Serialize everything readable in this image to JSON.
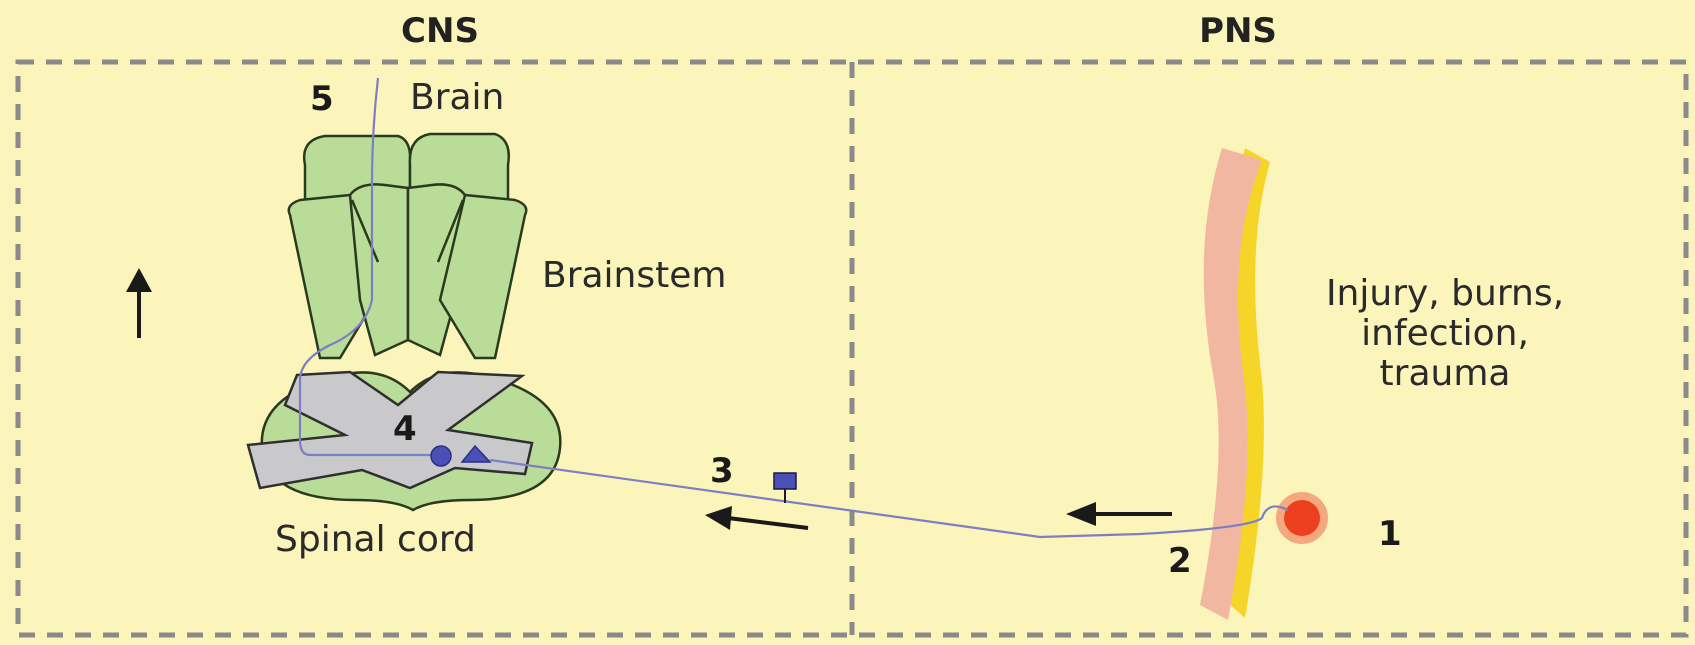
{
  "sections": {
    "cns_title": "CNS",
    "pns_title": "PNS"
  },
  "labels": {
    "brain": "Brain",
    "brainstem": "Brainstem",
    "spinal_cord": "Spinal cord",
    "injury_line1": "Injury, burns,",
    "injury_line2": "infection,",
    "injury_line3": "trauma"
  },
  "steps": {
    "step1": "1",
    "step2": "2",
    "step3": "3",
    "step4": "4",
    "step5": "5"
  },
  "colors": {
    "background": "#fbf4bb",
    "border_dash": "#8a8a8a",
    "brainstem_fill": "#b9dc98",
    "gray_matter": "#c9c9cb",
    "nerve": "#7d7fc2",
    "neuron": "#4b4fb8",
    "skin": "#f2b7a1",
    "skin_edge": "#f5d628",
    "injury": "#ec3f1f"
  }
}
